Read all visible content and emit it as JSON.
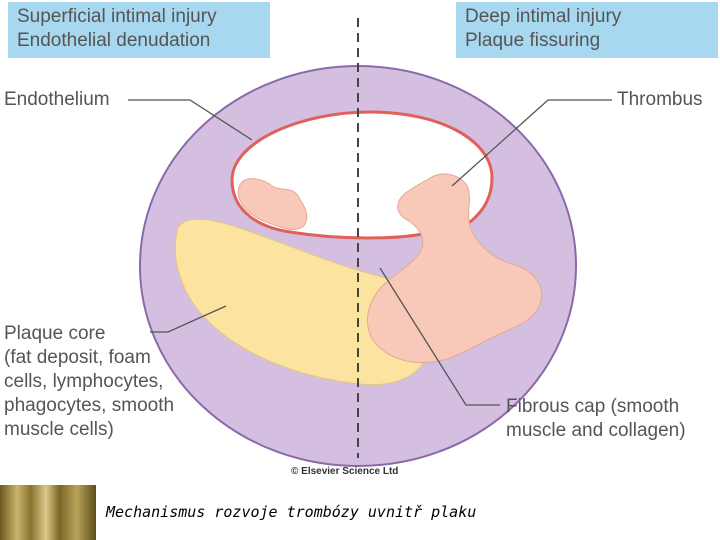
{
  "header_left": {
    "line1": "Superficial intimal injury",
    "line2": "Endothelial denudation"
  },
  "header_right": {
    "line1": "Deep intimal injury",
    "line2": "Plaque fissuring"
  },
  "labels": {
    "endothelium": "Endothelium",
    "thrombus": "Thrombus",
    "plaque_core": [
      "Plaque core",
      "(fat deposit, foam",
      "cells, lymphocytes,",
      "phagocytes, smooth",
      "muscle cells)"
    ],
    "fibrous_cap": [
      "Fibrous cap (smooth",
      "muscle and collagen)"
    ]
  },
  "copyright": "© Elsevier Science Ltd",
  "caption": "Mechanismus rozvoje trombózy uvnitř plaku",
  "colors": {
    "vessel_wall": "#d4bfe0",
    "vessel_outline": "#8a6aa8",
    "lumen": "#ffffff",
    "endothelium": "#e0605a",
    "thrombus": "#f8c8b8",
    "plaque_core": "#fde3a0",
    "header_bg": "#a8d8f0"
  }
}
